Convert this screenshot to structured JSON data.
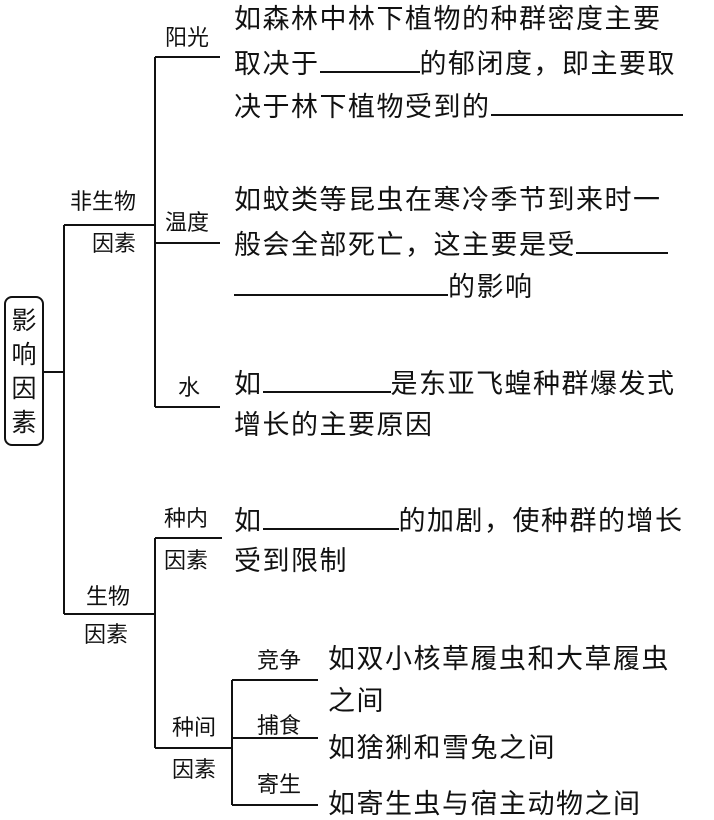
{
  "root": {
    "chars": [
      "影",
      "响",
      "因",
      "素"
    ]
  },
  "abiotic": {
    "label_line1": "非生物",
    "label_line2": "因素",
    "sunlight": {
      "label": "阳光",
      "line1": "如森林中林下植物的种群密度主要",
      "line2_before": "取决于",
      "line2_after": "的郁闭度，即主要取",
      "line3": "决于林下植物受到的"
    },
    "temperature": {
      "label": "温度",
      "line1": "如蚊类等昆虫在寒冷季节到来时一",
      "line2": "般会全部死亡，这主要是受",
      "line3_after": "的影响"
    },
    "water": {
      "label": "水",
      "line1_before": "如",
      "line1_after": "是东亚飞蝗种群爆发式",
      "line2": "增长的主要原因"
    }
  },
  "biotic": {
    "label_line1": "生物",
    "label_line2": "因素",
    "intraspecific": {
      "label_line1": "种内",
      "label_line2": "因素",
      "line1_before": "如",
      "line1_after": "的加剧，使种群的增长",
      "line2": "受到限制"
    },
    "interspecific": {
      "label_line1": "种间",
      "label_line2": "因素",
      "competition": {
        "label": "竞争",
        "line1": "如双小核草履虫和大草履虫",
        "line2": "之间"
      },
      "predation": {
        "label": "捕食",
        "text": "如猞猁和雪兔之间"
      },
      "parasitism": {
        "label": "寄生",
        "text": "如寄生虫与宿主动物之间"
      }
    }
  }
}
